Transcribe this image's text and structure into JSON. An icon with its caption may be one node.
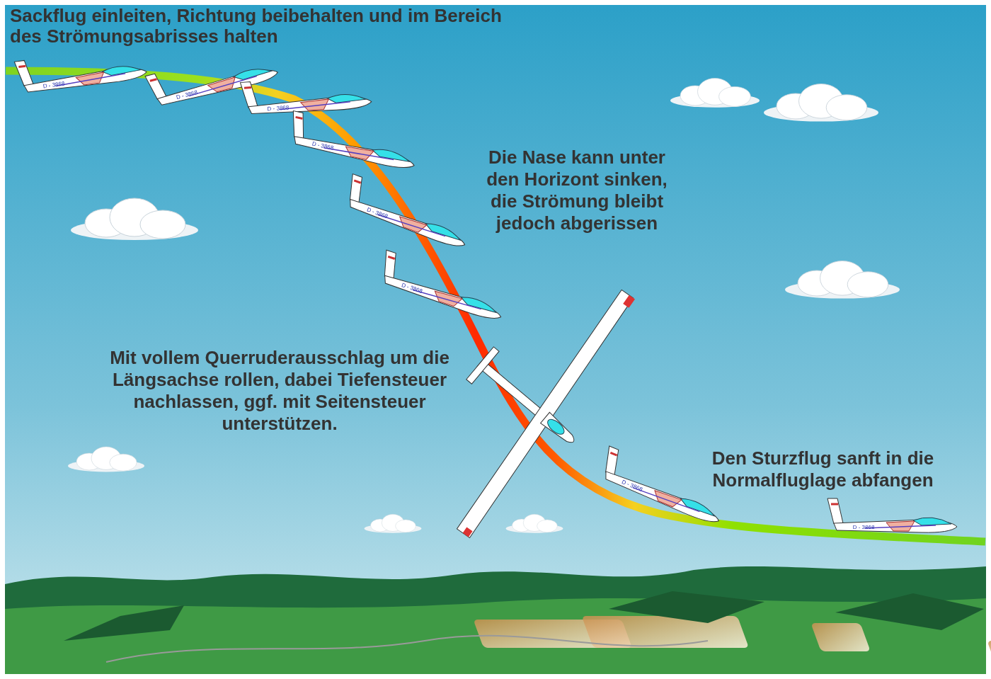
{
  "diagram": {
    "labels": [
      "Sackflug einleiten, Richtung beibehalten und im Bereich des Strömungsabrisses halten",
      "D - 3868",
      "D - 3868",
      "D - 3868",
      "D - 3868",
      "Die Nase kann unter den Horizont sinken, die Strömung bleibt jedoch abgerissen",
      "D - 3868",
      "D - 3868",
      "Mit vollem Querruderausschlag um die Längsachse rollen, dabei Tiefensteuer nachlassen, ggf. mit Seitensteuer unterstützen.",
      "Den Sturzflug sanft in die Normalfluglage abfangen",
      "D - 3868",
      "D - 3868"
    ]
  }
}
